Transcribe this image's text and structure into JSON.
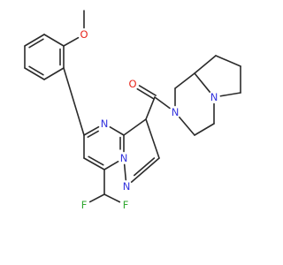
{
  "colors": {
    "bond": "#2b2b2b",
    "N": "#3333dd",
    "O": "#e8261c",
    "F": "#33a833",
    "background": "#ffffff"
  },
  "atoms": {
    "O_me": {
      "label": "O",
      "element": "O"
    },
    "O_co": {
      "label": "O",
      "element": "O"
    },
    "N4": {
      "label": "N",
      "element": "N"
    },
    "N1": {
      "label": "N",
      "element": "N"
    },
    "N_pz": {
      "label": "N",
      "element": "N"
    },
    "N_am": {
      "label": "N",
      "element": "N"
    },
    "N_bh": {
      "label": "N",
      "element": "N"
    },
    "F1": {
      "label": "F",
      "element": "F"
    },
    "F2": {
      "label": "F",
      "element": "F"
    }
  },
  "labels": [
    {
      "key": "O_me",
      "text": "O"
    },
    {
      "key": "O_co",
      "text": "O"
    },
    {
      "key": "N4",
      "text": "N"
    },
    {
      "key": "N1",
      "text": "N"
    },
    {
      "key": "N_pz",
      "text": "N"
    },
    {
      "key": "N_am",
      "text": "N"
    },
    {
      "key": "N_bh",
      "text": "N"
    },
    {
      "key": "F1",
      "text": "F"
    },
    {
      "key": "F2",
      "text": "F"
    }
  ]
}
